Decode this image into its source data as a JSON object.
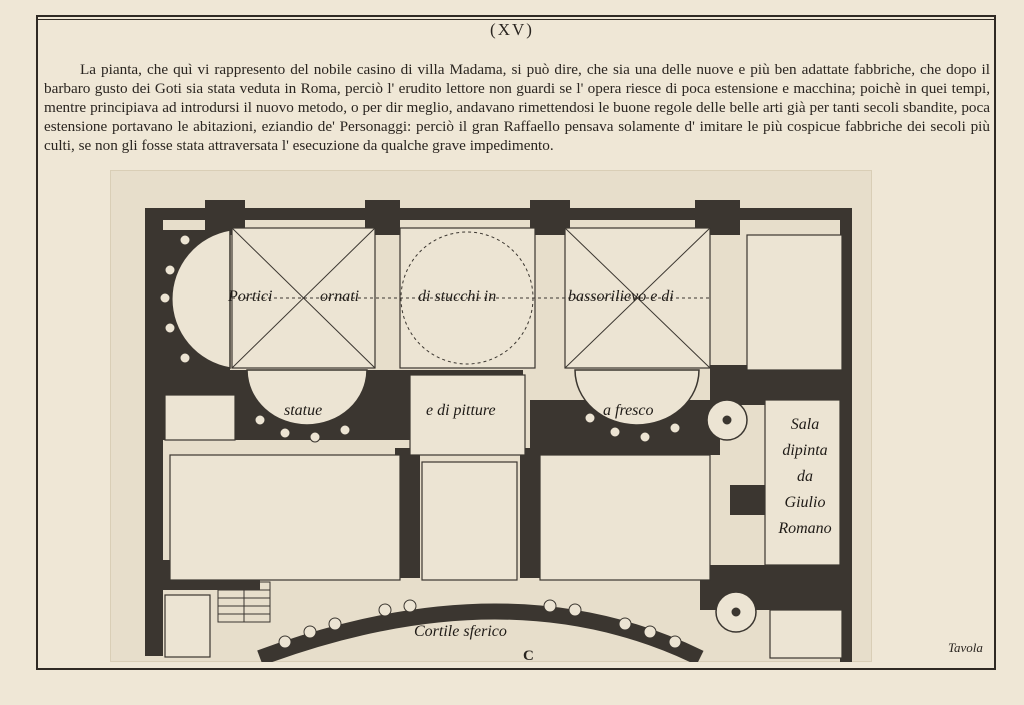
{
  "page_number": "(XV)",
  "paragraph": "La pianta, che quì vi rappresento del nobile casino di villa Madama, si può dire, che sia una delle nuove e più ben adattate fabbriche, che dopo il barbaro gusto dei Goti sia stata veduta in Roma, perciò l' erudito lettore non guardi se l' opera riesce di poca estensione e macchina; poichè in quei tempi, mentre principiava ad introdursi il nuovo metodo, o per dir meglio, andavano rimettendosi le buone regole delle belle arti già per tanti secoli sbandite, poca estensione portavano le abitazioni, eziandio de' Personaggi: perciò il gran Raffaello pensava solamente d' imitare le più cospicue fabbriche dei secoli più culti, se non gli fosse stata attraversata l' esecuzione da qualche grave impedimento.",
  "plan": {
    "labels": {
      "portici": "Portici",
      "ornati": "ornati",
      "stucchi": "di stucchi in",
      "bassorilievo": "bassorilievo e di",
      "statue": "statue",
      "pitture": "e di pitture",
      "fresco": "a fresco",
      "sala_lines": [
        "Sala",
        "dipinta",
        "da",
        "Giulio",
        "Romano"
      ],
      "cortile": "Cortile sferico"
    },
    "plate_letter": "C"
  },
  "catchword": "Tavola",
  "colors": {
    "paper": "#efe7d6",
    "plate": "#e7decb",
    "wall": "#3b3630",
    "ink": "#2a2520"
  }
}
